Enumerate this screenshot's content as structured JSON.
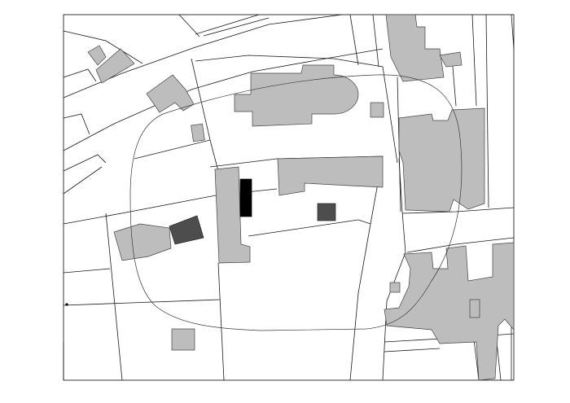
{
  "map": {
    "type": "cadastral-plan",
    "colors": {
      "background": "#ffffff",
      "parcel_line": "#1a1a1a",
      "building_fill": "#bdbdbd",
      "highlight_dark": "#4d4d4d",
      "highlight_black": "#000000",
      "zone_outline": "#3a3a3a"
    },
    "layers": [
      "parcel-boundaries",
      "buildings",
      "highlighted-buildings",
      "protection-zone-outline"
    ],
    "text_labels": []
  }
}
